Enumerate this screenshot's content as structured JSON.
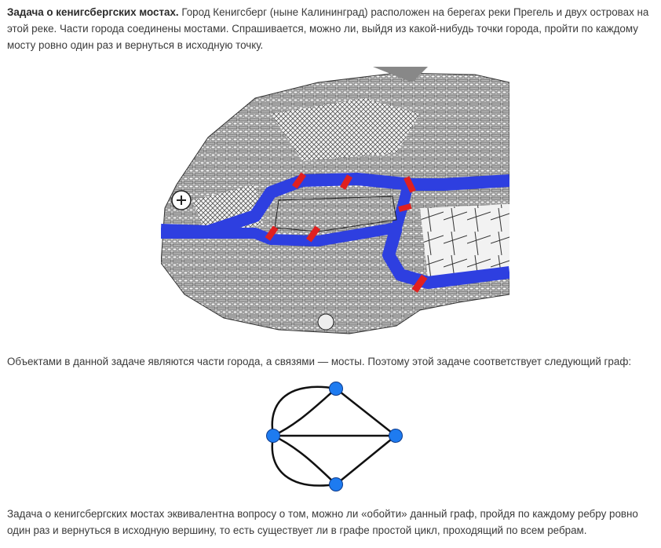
{
  "intro": {
    "title": "Задача о кенигсбергских мостах.",
    "text": " Город Кенигсберг (ныне Калининград) расположен на берегах реки Прегель и двух островах на этой реке. Части города соединены мостами. Спрашивается, можно ли, выйдя из какой-нибудь точки города, пройти по каждому мосту ровно один раз и вернуться в исходную точку."
  },
  "objects_text": "Объектами в данной задаче являются части города, а связями — мосты. Поэтому этой задаче соответствует следующий граф:",
  "conclusion_text": "Задача о кенигсбергских мостах эквивалентна вопросу о том, можно ли «обойти» данный граф, пройдя по каждому ребру ровно один раз и вернуться в исходную вершину, то есть существует ли в графе простой цикл, проходящий по всем ребрам.",
  "colors": {
    "river": "#2e3fe0",
    "bridge": "#e02020",
    "node": "#1e7bf0",
    "edge": "#111111",
    "text": "#3a3a3a"
  },
  "graph": {
    "nodes": [
      "top",
      "left",
      "right",
      "bottom"
    ],
    "edges": [
      [
        "left",
        "top"
      ],
      [
        "left",
        "top"
      ],
      [
        "left",
        "bottom"
      ],
      [
        "left",
        "bottom"
      ],
      [
        "left",
        "right"
      ],
      [
        "top",
        "right"
      ],
      [
        "bottom",
        "right"
      ]
    ]
  }
}
